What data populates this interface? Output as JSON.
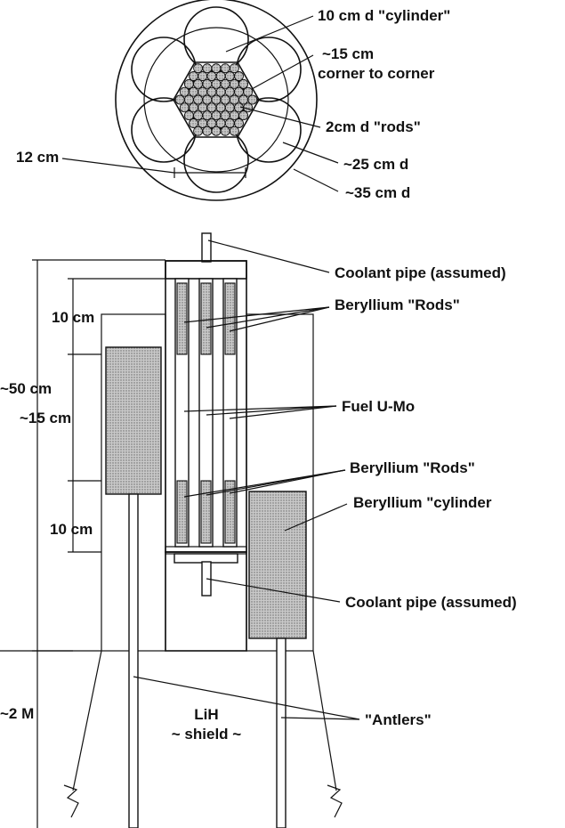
{
  "top_view": {
    "labels": {
      "cylinder_diameter": "10 cm d \"cylinder\"",
      "hex_size_line1": "~15 cm",
      "hex_size_line2": "corner to corner",
      "rod_diameter": "2cm d \"rods\"",
      "spacing": "12 cm",
      "inner_circle": "~25 cm d",
      "outer_circle": "~35 cm d"
    }
  },
  "side_view": {
    "labels": {
      "coolant_pipe_top": "Coolant pipe (assumed)",
      "beryllium_rods_top": "Beryllium \"Rods\"",
      "fuel": "Fuel U-Mo",
      "beryllium_rods_bottom": "Beryllium \"Rods\"",
      "beryllium_cylinder": "Beryllium \"cylinder",
      "coolant_pipe_bottom": "Coolant pipe (assumed)",
      "antlers": "\"Antlers\"",
      "shield_line1": "LiH",
      "shield_line2": "~ shield ~"
    },
    "dimensions": {
      "upper_rod": "10 cm",
      "overall": "~50 cm",
      "fuel_length": "~15 cm",
      "lower_rod": "10 cm",
      "total_height": "~2 M"
    }
  }
}
